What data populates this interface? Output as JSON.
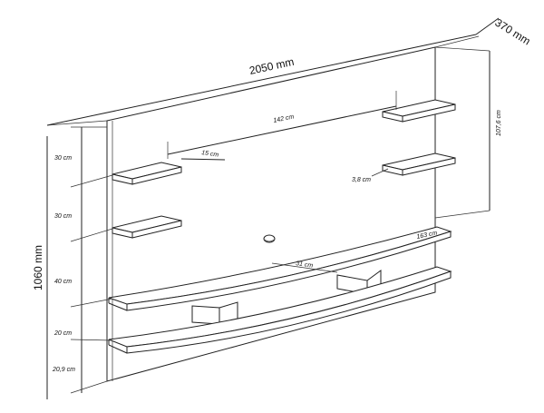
{
  "dimensions": {
    "total_width": "2050 mm",
    "total_depth": "370 mm",
    "total_height": "1060 mm",
    "shelf_spacing": "142 cm",
    "shelf_depth": "15 cm",
    "right_height": "107,6 cm",
    "shelf_gap": "3,8 cm",
    "console_width": "163 cm",
    "console_depth": "31 cm",
    "left_heights": [
      "30 cm",
      "30 cm",
      "40 cm",
      "20 cm",
      "20,9 cm"
    ]
  }
}
